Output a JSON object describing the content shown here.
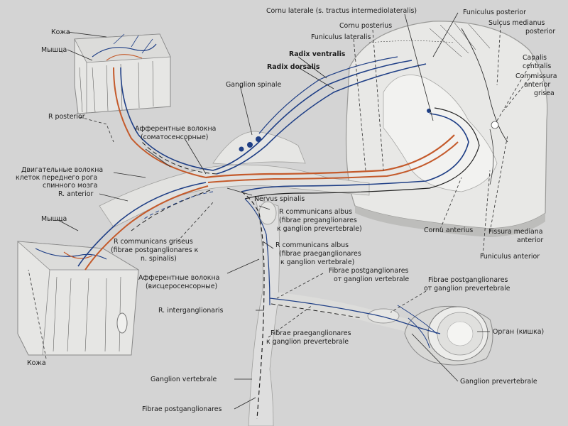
{
  "labels": {
    "kozha_top": "Кожа",
    "myshtsa_top": "Мышца",
    "r_posterior": "R  posterior",
    "dvigatelnye_1": "Двигательные волокна",
    "dvigatelnye_2": "клеток переднего рога",
    "dvigatelnye_3": "спинного мозга",
    "r_anterior": "R. anterior",
    "myshtsa_bottom": "Мышца",
    "kozha_bottom": "Кожа",
    "afferent_soma_1": "Афферентные волокна",
    "afferent_soma_2": "(соматосенсорные)",
    "ganglion_spinale": "Ganglion spinale",
    "radix_dorsalis": "Radix dorsalis",
    "radix_ventralis": "Radix ventralis",
    "funiculus_lateralis": "Funiculus lateralis",
    "cornu_posterius": "Cornu posterius",
    "cornu_laterale": "Cornu laterale (s. tractus intermediolateralis)",
    "funiculus_posterior": "Funiculus posterior",
    "sulcus_1": "Sulcus medianus",
    "sulcus_2": "posterior",
    "canalis_1": "Canalis",
    "canalis_2": "centralis",
    "commissura_1": "Commissura",
    "commissura_2": "anterior",
    "commissura_3": "grisea",
    "nervus_spinalis": "Nervus spinalis",
    "r_comm_albus_1": "R  communicans albus",
    "r_comm_albus_2": "(fibrae preganglionares",
    "r_comm_albus_3": "к ganglion prevertebrale)",
    "r_comm_griseus_1": "R  communicans griseus",
    "r_comm_griseus_2": "(fibrae postganglionares  к",
    "r_comm_griseus_3": "n. spinalis)",
    "r_comm_albus2_1": "R  communicans albus",
    "r_comm_albus2_2": "(fibrae praeganglionares",
    "r_comm_albus2_3": "к ganglion vertebrale)",
    "afferent_viscero_1": "Афферентные волокна",
    "afferent_viscero_2": "(висцеросенсорные)",
    "fibrae_post_vert_1": "Fibrae postganglionares",
    "fibrae_post_vert_2": "от ganglion vertebrale",
    "fibrae_post_prev_1": "Fibrae postganglionares",
    "fibrae_post_prev_2": "от ganglion prevertebrale",
    "r_interganglionaris": "R. interganglionaris",
    "fibrae_prae_1": "Fibrae praeganglionares",
    "fibrae_prae_2": "к ganglion prevertebrale",
    "organ": "Орган (кишка)",
    "ganglion_vertebrale": "Ganglion vertebrale",
    "fibrae_postganglionares": "Fibrae postganglionares",
    "ganglion_prevertebrale": "Ganglion prevertebrale",
    "cornu_anterius": "Cornu anterius",
    "fissura_1": "Fissura mediana",
    "fissura_2": "anterior",
    "funiculus_anterior": "Funiculus anterior"
  },
  "colors": {
    "background": "#d4d4d4",
    "nerve_blue": "#1f3f86",
    "nerve_red": "#c45a2b",
    "tissue": "#e6e6e4",
    "tissue_shade": "#bdbdbb"
  }
}
